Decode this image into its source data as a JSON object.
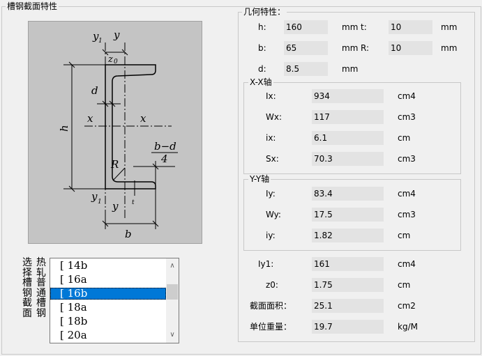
{
  "group_main": "槽钢截面特性",
  "group_geom": "几何特性：",
  "group_xx": "X-X轴",
  "group_yy": "Y-Y轴",
  "geom": {
    "h_label": "h:",
    "h_value": "160",
    "h_unit": "mm",
    "t_label": "t:",
    "t_value": "10",
    "t_unit": "mm",
    "b_label": "b:",
    "b_value": "65",
    "b_unit": "mm",
    "R_label": "R:",
    "R_value": "10",
    "R_unit": "mm",
    "d_label": "d:",
    "d_value": "8.5",
    "d_unit": "mm"
  },
  "xx": [
    {
      "label": "Ix:",
      "value": "934",
      "unit": "cm4"
    },
    {
      "label": "Wx:",
      "value": "117",
      "unit": "cm3"
    },
    {
      "label": "ix:",
      "value": "6.1",
      "unit": "cm"
    },
    {
      "label": "Sx:",
      "value": "70.3",
      "unit": "cm3"
    }
  ],
  "yy": [
    {
      "label": "Iy:",
      "value": "83.4",
      "unit": "cm4"
    },
    {
      "label": "Wy:",
      "value": "17.5",
      "unit": "cm3"
    },
    {
      "label": "iy:",
      "value": "1.82",
      "unit": "cm"
    }
  ],
  "extra": [
    {
      "label": "Iy1:",
      "value": "161",
      "unit": "cm4"
    },
    {
      "label": "z0:",
      "value": "1.75",
      "unit": "cm"
    },
    {
      "label": "截面面积：",
      "value": "25.1",
      "unit": "cm2"
    },
    {
      "label": "单位重量：",
      "value": "19.7",
      "unit": "kg/M"
    }
  ],
  "drawing_labels": {
    "y1_top": "y",
    "y1_top_sub": "1",
    "y_top": "y",
    "z0": "z",
    "z0_sub": "0",
    "d": "d",
    "h": "h",
    "x_left": "x",
    "x_right": "x",
    "bd": "b−d",
    "bd_den": "4",
    "R": "R",
    "t": "t",
    "y1_bottom": "y",
    "y1_bottom_sub": "1",
    "y_bottom": "y",
    "b": "b"
  },
  "select_label_col1": "选择槽钢截面",
  "select_label_col2": "热轧普通槽钢",
  "list": [
    "[  14b",
    "[  16a",
    "[  16b",
    "[  18a",
    "[  18b",
    "[  20a"
  ],
  "list_selected": 2,
  "scroll_up": "∧",
  "scroll_down": "∨"
}
